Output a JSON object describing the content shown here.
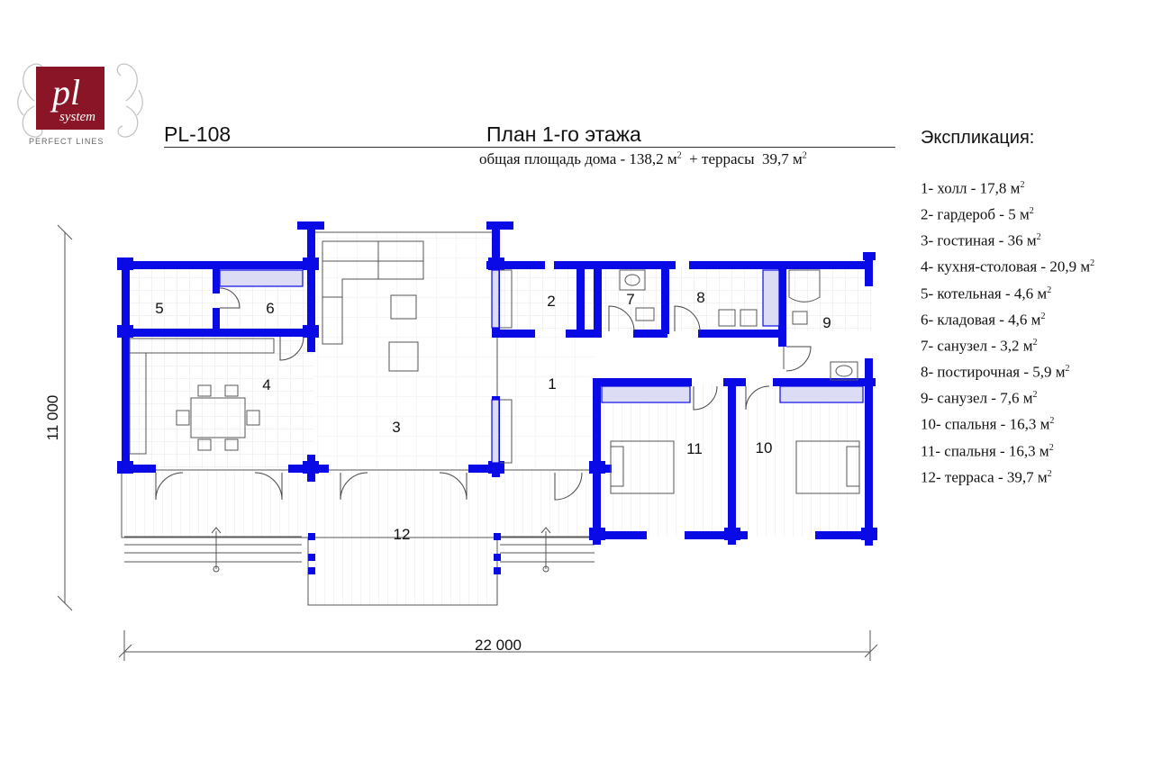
{
  "logo": {
    "mark": "pl",
    "sub": "system",
    "tagline": "PERFECT LINES"
  },
  "project_code": "PL-108",
  "plan_title": "План 1-го этажа",
  "area_summary": {
    "house_label": "общая площадь дома -",
    "house_value": "138,2 м",
    "terrace_label": "+ террасы",
    "terrace_value": "39,7 м",
    "sup": "2"
  },
  "explication": {
    "title": "Экспликация:",
    "items": [
      {
        "text": "1- холл - 17,8 м"
      },
      {
        "text": "2- гардероб - 5 м"
      },
      {
        "text": "3- гостиная - 36 м"
      },
      {
        "text": "4- кухня-столовая - 20,9 м"
      },
      {
        "text": "5- котельная - 4,6 м"
      },
      {
        "text": "6- кладовая - 4,6 м"
      },
      {
        "text": "7- санузел - 3,2 м"
      },
      {
        "text": "8- постирочная - 5,9 м"
      },
      {
        "text": "9- санузел - 7,6 м"
      },
      {
        "text": "10- спальня - 16,3 м"
      },
      {
        "text": "11- спальня - 16,3 м"
      },
      {
        "text": "12- терраса - 39,7 м"
      }
    ],
    "unit_sup": "2"
  },
  "rooms": {
    "r1": "1",
    "r2": "2",
    "r3": "3",
    "r4": "4",
    "r5": "5",
    "r6": "6",
    "r7": "7",
    "r8": "8",
    "r9": "9",
    "r10": "10",
    "r11": "11",
    "r12": "12"
  },
  "dimensions": {
    "width": "22 000",
    "height": "11 000"
  },
  "colors": {
    "wall": "#0a0ae6",
    "accent_logo": "#8a1527"
  }
}
